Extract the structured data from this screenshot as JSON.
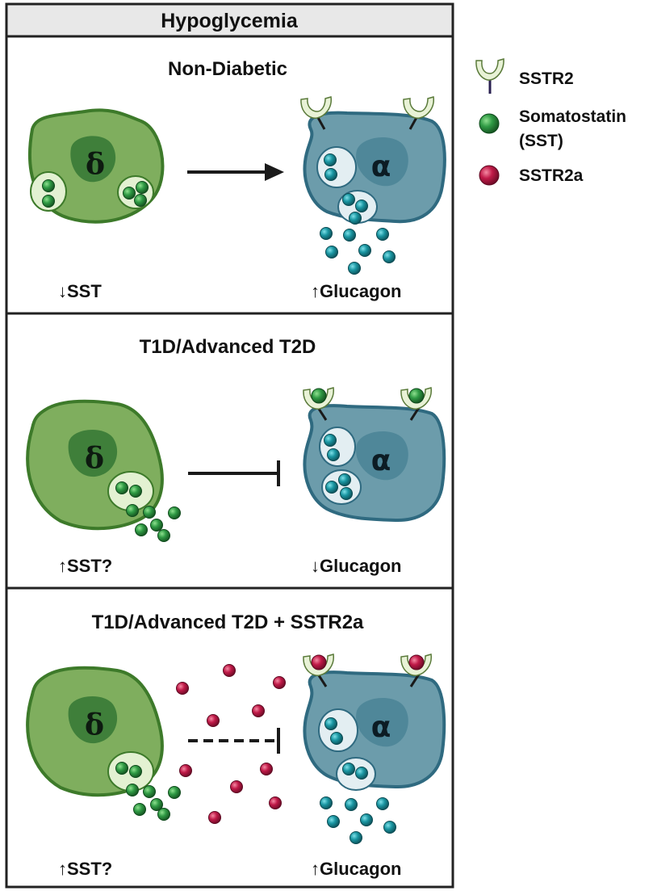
{
  "header": {
    "title": "Hypoglycemia"
  },
  "panels": [
    {
      "title": "Non-Diabetic",
      "left_label": "↓SST",
      "right_label": "↑Glucagon",
      "delta_symbol": "δ",
      "alpha_symbol": "α"
    },
    {
      "title": "T1D/Advanced T2D",
      "left_label": "↑SST?",
      "right_label": "↓Glucagon",
      "delta_symbol": "δ",
      "alpha_symbol": "α"
    },
    {
      "title": "T1D/Advanced T2D + SSTR2a",
      "left_label": "↑SST?",
      "right_label": "↑Glucagon",
      "delta_symbol": "δ",
      "alpha_symbol": "α"
    }
  ],
  "legend": {
    "items": [
      {
        "label": "SSTR2",
        "icon": "receptor-icon"
      },
      {
        "label_line1": "Somatostatin",
        "label_line2": "(SST)",
        "icon": "green-sphere-icon",
        "color": "#2e8b3e"
      },
      {
        "label": "SSTR2a",
        "icon": "red-sphere-icon",
        "color": "#b3163f"
      }
    ]
  },
  "colors": {
    "delta_cell": "#7fae5e",
    "delta_border": "#3f7a2a",
    "delta_nucleus": "#3f7f3a",
    "alpha_cell": "#6c9cab",
    "alpha_border": "#2f6a80",
    "alpha_nucleus": "#4f8799",
    "sst_granule": "#2e8b3e",
    "glucagon_granule": "#1b8c98",
    "sstr2a": "#b3163f",
    "receptor": "#e6f0d2"
  }
}
